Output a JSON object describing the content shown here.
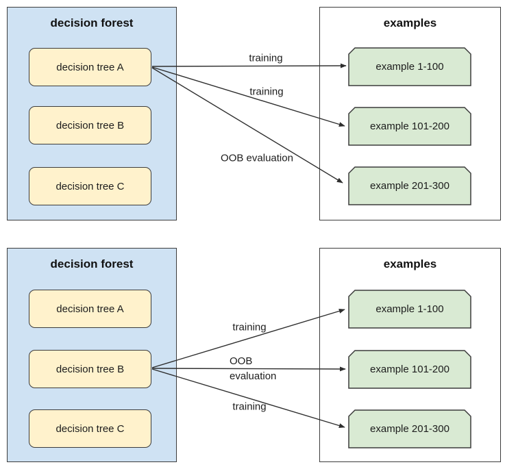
{
  "colors": {
    "forest_panel_fill": "#cfe2f3",
    "tree_node_fill": "#fff2cc",
    "example_node_fill": "#d9ead3",
    "shape_border": "#3b3b3b",
    "arrow": "#2e2e2e"
  },
  "diagrams": [
    {
      "forest": {
        "title": "decision forest",
        "trees": [
          "decision tree A",
          "decision tree B",
          "decision tree C"
        ]
      },
      "examples": {
        "title": "examples",
        "items": [
          "example 1-100",
          "example 101-200",
          "example 201-300"
        ]
      },
      "arrows": [
        {
          "from": "decision tree A",
          "to": "example 1-100",
          "label": "training"
        },
        {
          "from": "decision tree A",
          "to": "example 101-200",
          "label": "training"
        },
        {
          "from": "decision tree A",
          "to": "example 201-300",
          "label": "OOB evaluation"
        }
      ]
    },
    {
      "forest": {
        "title": "decision forest",
        "trees": [
          "decision tree A",
          "decision tree B",
          "decision tree C"
        ]
      },
      "examples": {
        "title": "examples",
        "items": [
          "example 1-100",
          "example 101-200",
          "example 201-300"
        ]
      },
      "arrows": [
        {
          "from": "decision tree B",
          "to": "example 1-100",
          "label": "training"
        },
        {
          "from": "decision tree B",
          "to": "example 101-200",
          "label": "OOB evaluation"
        },
        {
          "from": "decision tree B",
          "to": "example 201-300",
          "label": "training"
        }
      ]
    }
  ]
}
